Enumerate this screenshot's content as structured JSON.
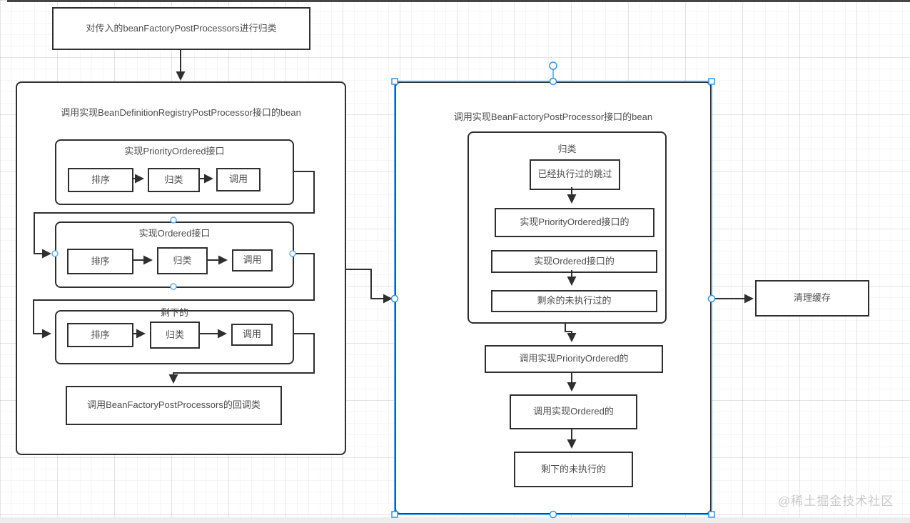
{
  "canvas": {
    "watermark": "@稀土掘金技术社区"
  },
  "colors": {
    "shape_border": "#2f2f2f",
    "shape_fill": "#ffffff",
    "text": "#4d4d4d",
    "selection_blue": "#3da2f5",
    "handle_blue": "#2f93ec",
    "watermark_gray": "#c9c9c9",
    "grid_line": "#ececec"
  },
  "diagram": {
    "top_box": {
      "label": "对传入的beanFactoryPostProcessors进行归类"
    },
    "left_container": {
      "title": "调用实现BeanDefinitionRegistryPostProcessor接口的bean",
      "groups": [
        {
          "title": "实现PriorityOrdered接口",
          "steps": [
            "排序",
            "归类",
            "调用"
          ]
        },
        {
          "title": "实现Ordered接口",
          "steps": [
            "排序",
            "归类",
            "调用"
          ]
        },
        {
          "title": "剩下的",
          "steps": [
            "排序",
            "归类",
            "调用"
          ]
        }
      ],
      "callback_box": {
        "label": "调用BeanFactoryPostProcessors的回调类"
      }
    },
    "right_container": {
      "title": "调用实现BeanFactoryPostProcessor接口的bean",
      "classify_group": {
        "title": "归类",
        "items": [
          "已经执行过的跳过",
          "实现PriorityOrdered接口的",
          "实现Ordered接口的",
          "剩余的未执行过的"
        ]
      },
      "sequence": [
        "调用实现PriorityOrdered的",
        "调用实现Ordered的",
        "剩下的未执行的"
      ]
    },
    "clear_cache_box": {
      "label": "清理缓存"
    }
  }
}
